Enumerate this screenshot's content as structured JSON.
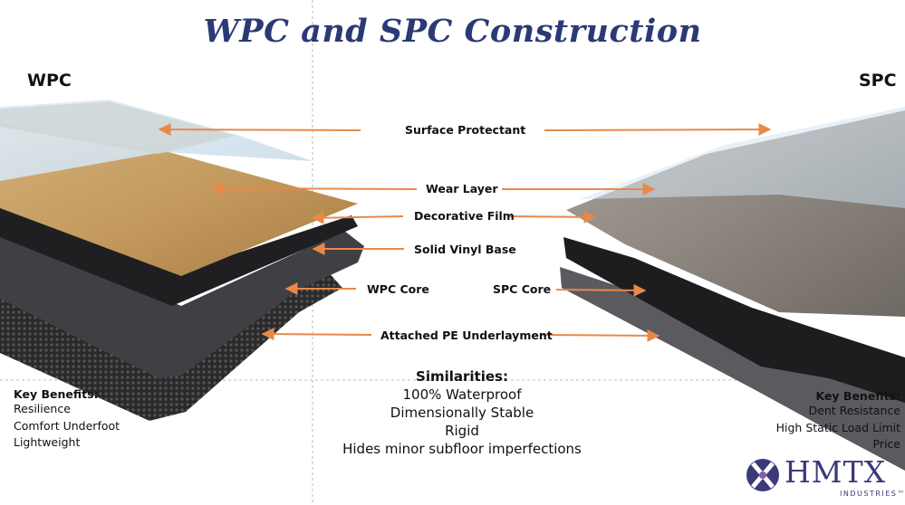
{
  "title": "WPC and SPC Construction",
  "left_heading": "WPC",
  "right_heading": "SPC",
  "layers": {
    "surface_protectant": "Surface Protectant",
    "wear_layer": "Wear Layer",
    "decorative_film": "Decorative Film",
    "solid_vinyl_base": "Solid Vinyl Base",
    "wpc_core": "WPC Core",
    "spc_core": "SPC Core",
    "attached_pe_underlayment": "Attached PE Underlayment"
  },
  "wpc_benefits": {
    "title": "Key Benefits:",
    "items": [
      "Resilience",
      "Comfort Underfoot",
      "Lightweight"
    ]
  },
  "spc_benefits": {
    "title": "Key Benefits:",
    "items": [
      "Dent Resistance",
      "High Static Load Limit",
      "Price"
    ]
  },
  "similarities": {
    "title": "Similarities:",
    "items": [
      "100% Waterproof",
      "Dimensionally Stable",
      "Rigid",
      "Hides minor subfloor imperfections"
    ]
  },
  "logo": {
    "word": "HMTX",
    "sub": "INDUSTRIES™"
  },
  "colors": {
    "title": "#2b3a75",
    "arrow": "#e8894a",
    "divider": "#bbbbbb",
    "logo": "#3b3a7a"
  }
}
